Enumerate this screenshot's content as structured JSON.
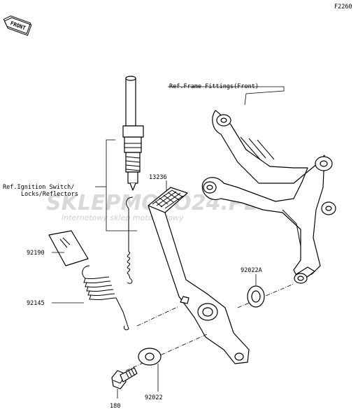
{
  "diagram_code": "F2260",
  "front_badge": "FRONT",
  "labels": {
    "ref_frame": "Ref.Frame Fittings(Front)",
    "ref_ignition_line1": "Ref.Ignition Switch/",
    "ref_ignition_line2": "Locks/Reflectors",
    "part_13236": "13236",
    "part_92190": "92190",
    "part_92145": "92145",
    "part_92022A": "92022A",
    "part_92022": "92022",
    "part_180": "180"
  },
  "watermark": {
    "brand": "SKLEPMOTO24.PL",
    "tagline": "internetowy sklep motocyklowy"
  }
}
